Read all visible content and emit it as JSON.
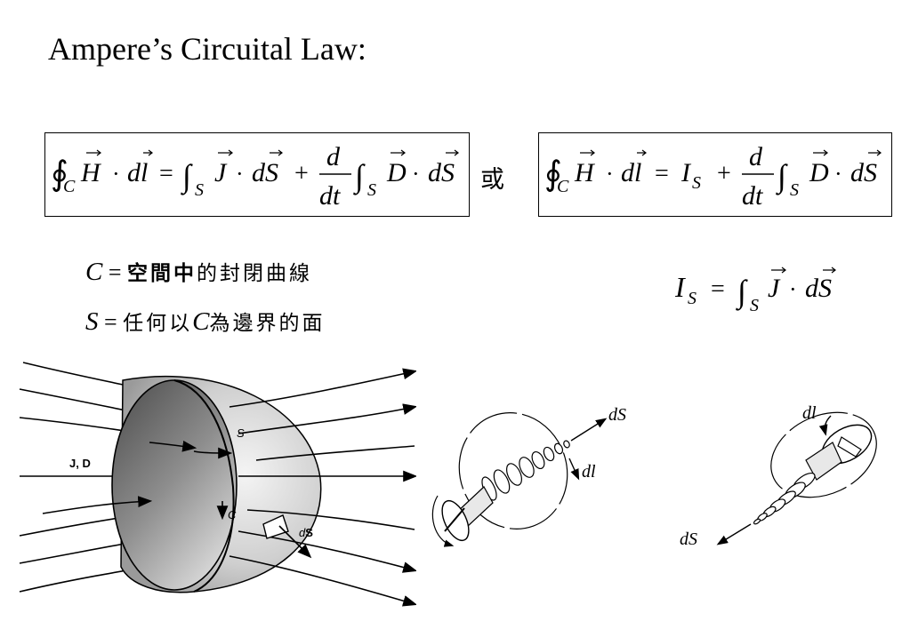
{
  "title": "Ampere’s Circuital Law:",
  "equations": {
    "form1": {
      "lhs_oint": "∮",
      "lhs_sub": "C",
      "lhs_H": "H",
      "dot": "·",
      "lhs_dl": "dl",
      "eq": "=",
      "int": "∫",
      "sub_S": "S",
      "J": "J",
      "dS": "dS",
      "plus": "+",
      "d": "d",
      "dt": "dt",
      "D": "D"
    },
    "or_word": "或",
    "form2": {
      "lhs_oint": "∮",
      "lhs_sub": "C",
      "lhs_H": "H",
      "dot": "·",
      "lhs_dl": "dl",
      "eq": "=",
      "I": "I",
      "sub_S": "S",
      "plus": "+",
      "d": "d",
      "dt": "dt",
      "int": "∫",
      "D": "D",
      "dS": "dS"
    },
    "current": {
      "I": "I",
      "sub_S": "S",
      "eq": "=",
      "int": "∫",
      "J": "J",
      "dot": "·",
      "dS": "dS"
    }
  },
  "definitions": {
    "c_symbol": "C",
    "c_eq": " = ",
    "c_bold": "空間中",
    "c_text": "的封閉曲線",
    "s_symbol": "S",
    "s_eq": " = ",
    "s_text1": "任何以",
    "s_c": "C",
    "s_text2": "為邊界的面"
  },
  "figures": {
    "surface": {
      "label_S": "S",
      "label_JD": "J, D",
      "label_C": "C",
      "label_dS_d": "d",
      "label_dS_S": "S"
    },
    "screw_right": {
      "label_dS": "dS",
      "label_dl": "dl"
    },
    "screw_left": {
      "label_dl": "dl",
      "label_dS": "dS"
    }
  }
}
